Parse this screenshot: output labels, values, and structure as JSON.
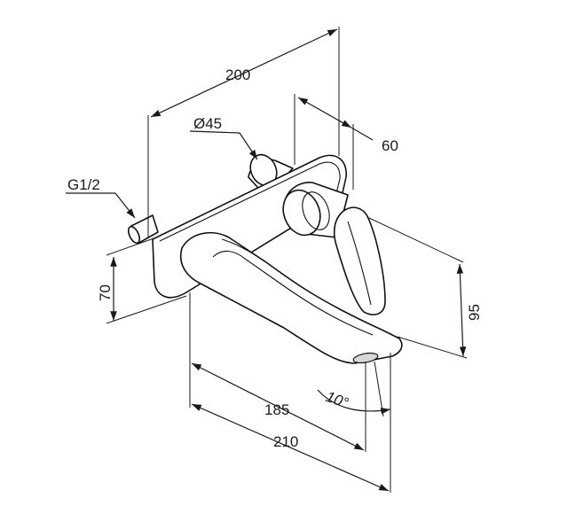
{
  "dimensions": {
    "width_total": "200",
    "escutcheon_diameter": "Ø45",
    "depth": "60",
    "thread": "G1/2",
    "plate_height": "70",
    "lever_height": "95",
    "spout_length": "185",
    "overall_length": "210",
    "spout_angle": "10°"
  }
}
